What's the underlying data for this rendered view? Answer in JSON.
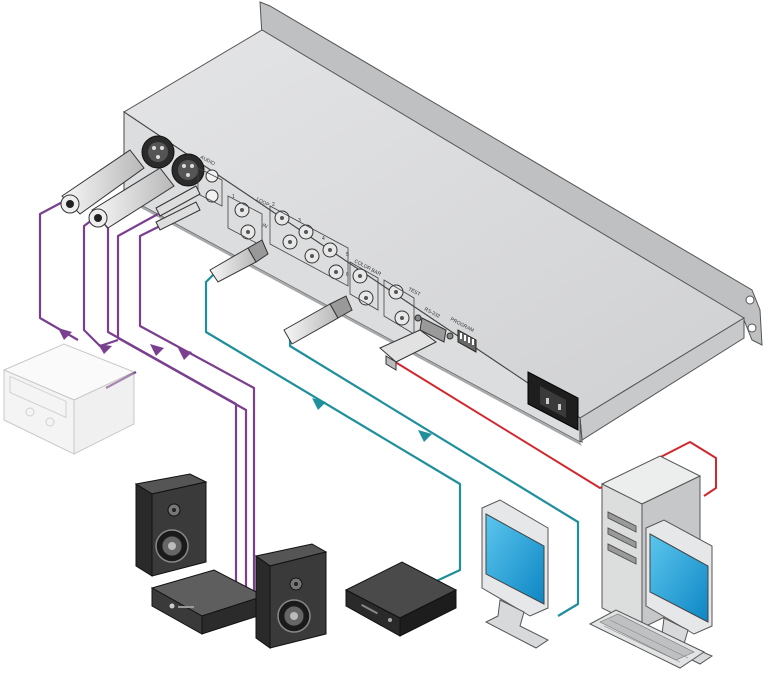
{
  "panel_labels": {
    "audio": "AUDIO",
    "loop": "LOOP",
    "in": "IN",
    "ch_1": "1",
    "ch_2": "2",
    "ch_3": "3",
    "ch_4": "4",
    "ch_5": "5",
    "ch_6": "6",
    "color_bar": "COLOR BAR",
    "test": "TEST",
    "rs232": "RS-232",
    "program": "PROGRAM"
  },
  "colors": {
    "audio_cable": "#7a3f8e",
    "video_cable": "#1f8f9c",
    "data_cable": "#d0282e",
    "device_body": "#d9dadb",
    "device_dark": "#3a3a3a",
    "faded_device": "#eeeeee",
    "monitor_screen": "#1aa7df"
  },
  "icons": {
    "rack_unit": "rack-switcher-icon",
    "tape_deck": "cassette-deck-icon",
    "speaker": "speaker-icon",
    "amplifier": "amplifier-icon",
    "video_player": "video-player-icon",
    "monitor": "monitor-icon",
    "computer": "desktop-computer-icon",
    "keyboard": "keyboard-icon"
  }
}
